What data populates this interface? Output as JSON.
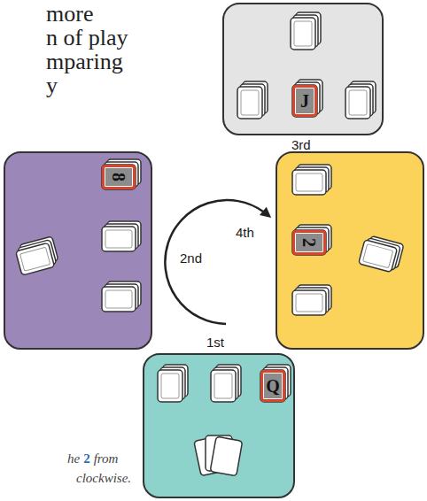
{
  "diagram": {
    "nodes": [
      {
        "text": [
          "J"
        ]
      },
      {
        "text": [
          "8"
        ]
      },
      {
        "text": [
          "2"
        ]
      },
      {
        "text": [
          "Q"
        ]
      }
    ],
    "labels": [
      "more",
      "n of play",
      "mparing",
      "y",
      "3rd",
      "2nd",
      "4th",
      "1st",
      "he",
      "2",
      "from",
      "clockwise."
    ]
  }
}
